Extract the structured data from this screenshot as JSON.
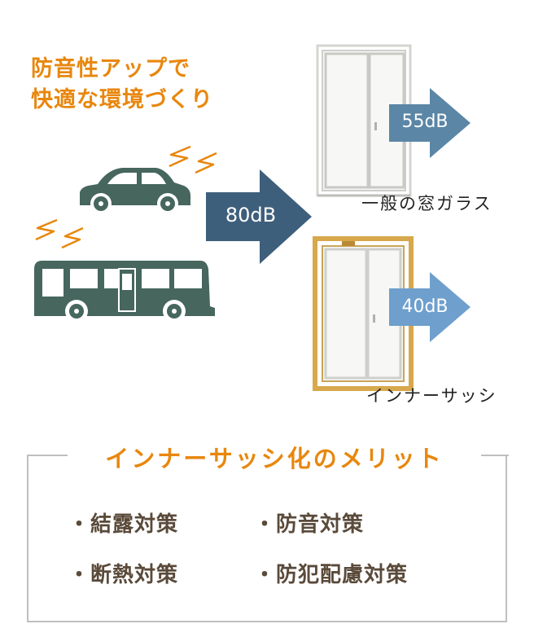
{
  "headline": {
    "line1": "防音性アップで",
    "line2": "快適な環境づくり"
  },
  "arrows": {
    "source": {
      "label": "80dB",
      "color": "#3e5f7c"
    },
    "normal": {
      "label": "55dB",
      "color": "#5b86a6"
    },
    "inner": {
      "label": "40dB",
      "color": "#6e9fcd"
    }
  },
  "windows": {
    "normal_caption": "一般の窓ガラス",
    "inner_caption": "インナーサッシ"
  },
  "vehicles": {
    "color": "#46665e",
    "noise_color": "#e8870e"
  },
  "merits": {
    "title": "インナーサッシ化のメリット",
    "items": [
      "・結露対策",
      "・防音対策",
      "・断熱対策",
      "・防犯配慮対策"
    ]
  },
  "colors": {
    "accent": "#e8870e",
    "frame_white": "#e6e6e3",
    "frame_wood": "#d7a84c"
  }
}
